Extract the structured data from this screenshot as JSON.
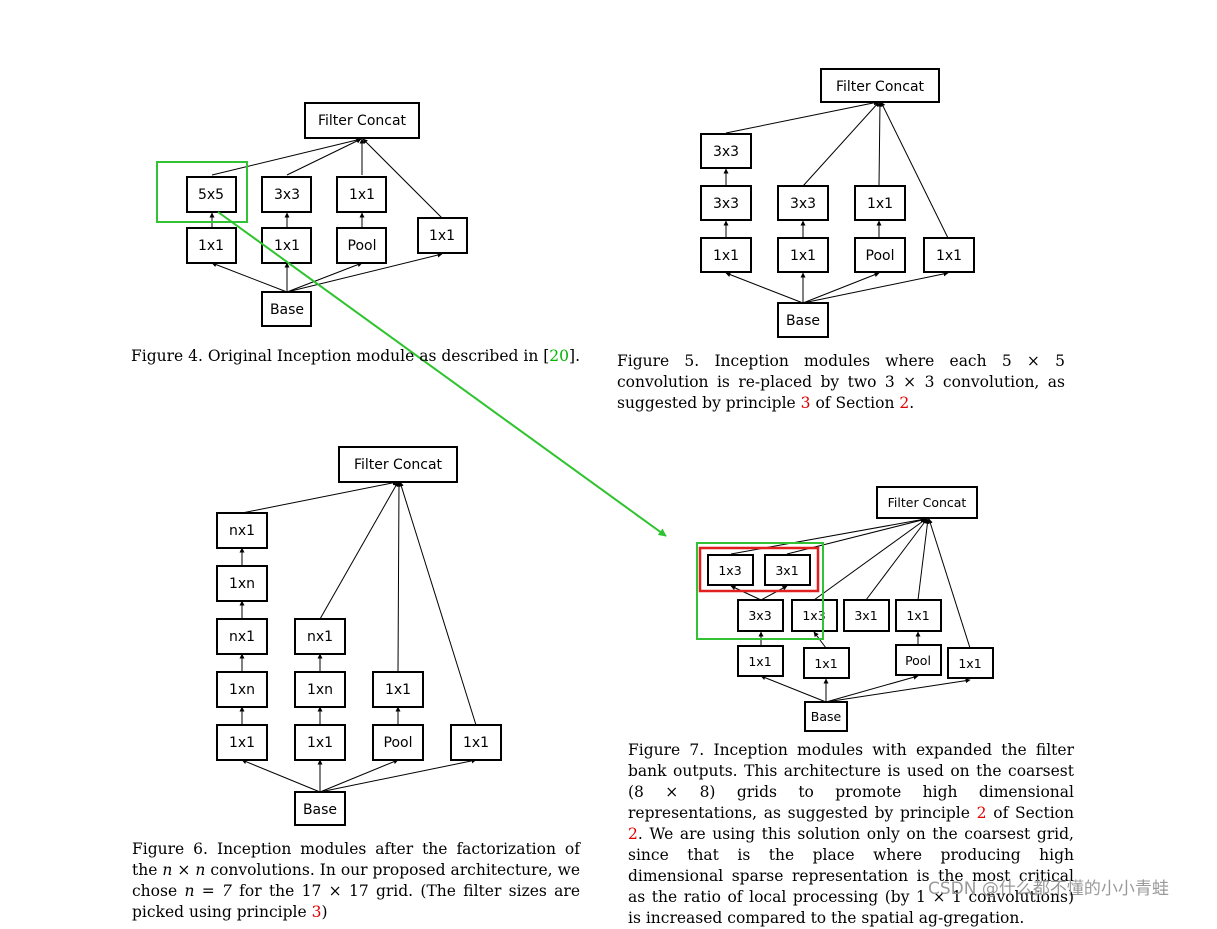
{
  "labels": {
    "filter_concat": "Filter Concat",
    "base": "Base",
    "pool": "Pool",
    "k1x1": "1x1",
    "k3x3": "3x3",
    "k5x5": "5x5",
    "k1xn": "1xn",
    "knx1": "nx1",
    "k1x3": "1x3",
    "k3x1": "3x1"
  },
  "captions": {
    "fig4": {
      "text": "Figure 4. Original Inception module as described in [",
      "ref": "20",
      "end": "]."
    },
    "fig5": {
      "t1": "Figure 5. Inception modules where each 5 × 5 convolution is re-placed by two 3 × 3 convolution, as suggested by principle ",
      "ref1": "3",
      "t2": " of Section ",
      "ref2": "2",
      "t3": "."
    },
    "fig6": {
      "t1": "Figure 6. Inception modules after the factorization of the ",
      "math1": "n × n",
      "t2": " convolutions. In our proposed architecture, we chose ",
      "math2": "n = 7",
      "t3": " for the 17 × 17 grid. (The filter sizes are picked using principle ",
      "ref1": "3",
      "t4": ")"
    },
    "fig7": {
      "t1": "Figure 7. Inception modules with expanded the filter bank outputs. This architecture is used on the coarsest (8 × 8) grids to promote high dimensional representations, as suggested by principle ",
      "ref1": "2",
      "t2": " of Section ",
      "ref2": "2",
      "t3": ". We are using this solution only on the coarsest grid, since that is the place where producing high dimensional sparse representation is the most critical as the ratio of local processing (by 1 × 1 convolutions) is increased compared to the spatial ag-gregation."
    }
  },
  "watermark": "CSDN @什么都不懂的小小青蛙",
  "colors": {
    "highlight_green": "#33c233",
    "highlight_red": "#e02020",
    "ref_green": "#00b400",
    "ref_red": "#e00000"
  }
}
